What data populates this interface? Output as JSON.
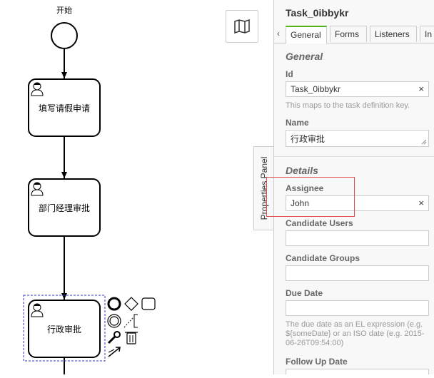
{
  "canvas": {
    "start_label": "开始",
    "tasks": [
      "填写请假申请",
      "部门经理审批",
      "行政审批"
    ]
  },
  "panel": {
    "toggle_label": "Properties Panel",
    "title": "Task_0ibbykr",
    "tabs": [
      "General",
      "Forms",
      "Listeners",
      "In"
    ],
    "general_section": "General",
    "details_section": "Details",
    "fields": {
      "id": {
        "label": "Id",
        "value": "Task_0ibbykr",
        "hint": "This maps to the task definition key."
      },
      "name": {
        "label": "Name",
        "value": "行政审批"
      },
      "assignee": {
        "label": "Assignee",
        "value": "John"
      },
      "candidate_users": {
        "label": "Candidate Users",
        "value": ""
      },
      "candidate_groups": {
        "label": "Candidate Groups",
        "value": ""
      },
      "due_date": {
        "label": "Due Date",
        "value": "",
        "hint": "The due date as an EL expression (e.g. ${someDate} or an ISO date (e.g. 2015-06-26T09:54:00)"
      },
      "follow_up_date": {
        "label": "Follow Up Date",
        "value": ""
      }
    }
  },
  "icons": {
    "map": "map-icon",
    "user": "user-icon",
    "clear": "×"
  }
}
